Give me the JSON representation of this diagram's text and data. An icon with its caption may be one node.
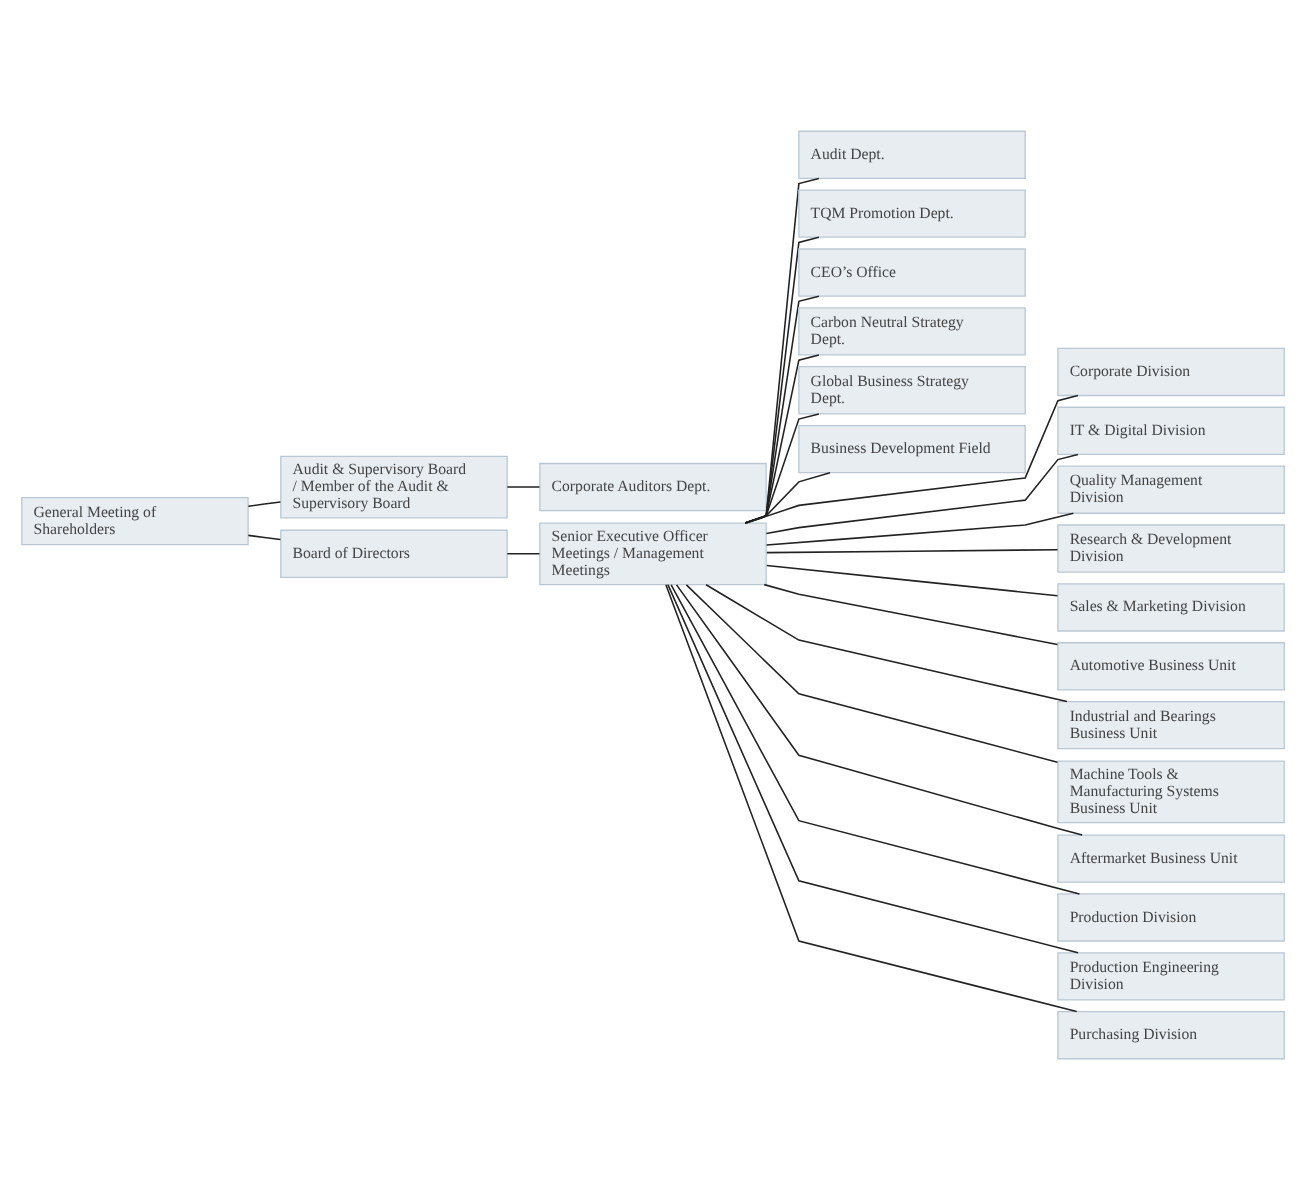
{
  "diagram": {
    "nodes": [
      {
        "text": [
          "General Meeting of Shareholders"
        ]
      },
      {
        "text": [
          "Audit & Supervisory Board / Member of the Audit & Supervisory Board"
        ]
      },
      {
        "text": [
          "Corporate Auditors Dept."
        ]
      },
      {
        "text": [
          "Board of Directors"
        ]
      },
      {
        "text": [
          "Senior Executive Officer Meetings / Management Meetings"
        ]
      },
      {
        "text": [
          "Audit Dept."
        ]
      },
      {
        "text": [
          "TQM Promotion Dept."
        ]
      },
      {
        "text": [
          "CEO’s Office"
        ]
      },
      {
        "text": [
          "Carbon Neutral Strategy Dept."
        ]
      },
      {
        "text": [
          "Global Business Strategy Dept."
        ]
      },
      {
        "text": [
          "Business Development Field"
        ]
      },
      {
        "text": [
          "Corporate Division"
        ]
      },
      {
        "text": [
          "IT & Digital Division"
        ]
      },
      {
        "text": [
          "Quality Management Division"
        ]
      },
      {
        "text": [
          "Research & Development Division"
        ]
      },
      {
        "text": [
          "Sales & Marketing Division"
        ]
      },
      {
        "text": [
          "Automotive Business Unit"
        ]
      },
      {
        "text": [
          "Industrial and Bearings Business Unit"
        ]
      },
      {
        "text": [
          "Machine Tools & Manufacturing Systems Business Unit"
        ]
      },
      {
        "text": [
          "Aftermarket Business Unit"
        ]
      },
      {
        "text": [
          "Production Division"
        ]
      },
      {
        "text": [
          "Production Engineering Division"
        ]
      },
      {
        "text": [
          "Purchasing Division"
        ]
      }
    ],
    "edges": [
      {
        "from": 0,
        "to": 1,
        "arrow": "none"
      },
      {
        "from": 1,
        "to": 2,
        "arrow": "none"
      },
      {
        "from": 0,
        "to": 3,
        "arrow": "none"
      },
      {
        "from": 3,
        "to": 4,
        "arrow": "none"
      },
      {
        "from": 4,
        "to": 5,
        "arrow": "none"
      },
      {
        "from": 4,
        "to": 6,
        "arrow": "none"
      },
      {
        "from": 4,
        "to": 7,
        "arrow": "none"
      },
      {
        "from": 4,
        "to": 8,
        "arrow": "none"
      },
      {
        "from": 4,
        "to": 9,
        "arrow": "none"
      },
      {
        "from": 4,
        "to": 10,
        "arrow": "none"
      },
      {
        "from": 4,
        "to": 11,
        "arrow": "none"
      },
      {
        "from": 4,
        "to": 12,
        "arrow": "none"
      },
      {
        "from": 4,
        "to": 13,
        "arrow": "none"
      },
      {
        "from": 4,
        "to": 14,
        "arrow": "none"
      },
      {
        "from": 4,
        "to": 15,
        "arrow": "none"
      },
      {
        "from": 4,
        "to": 16,
        "arrow": "none"
      },
      {
        "from": 4,
        "to": 17,
        "arrow": "none"
      },
      {
        "from": 4,
        "to": 18,
        "arrow": "none"
      },
      {
        "from": 4,
        "to": 19,
        "arrow": "none"
      },
      {
        "from": 4,
        "to": 20,
        "arrow": "none"
      },
      {
        "from": 4,
        "to": 21,
        "arrow": "none"
      },
      {
        "from": 4,
        "to": 22,
        "arrow": "none"
      }
    ]
  }
}
